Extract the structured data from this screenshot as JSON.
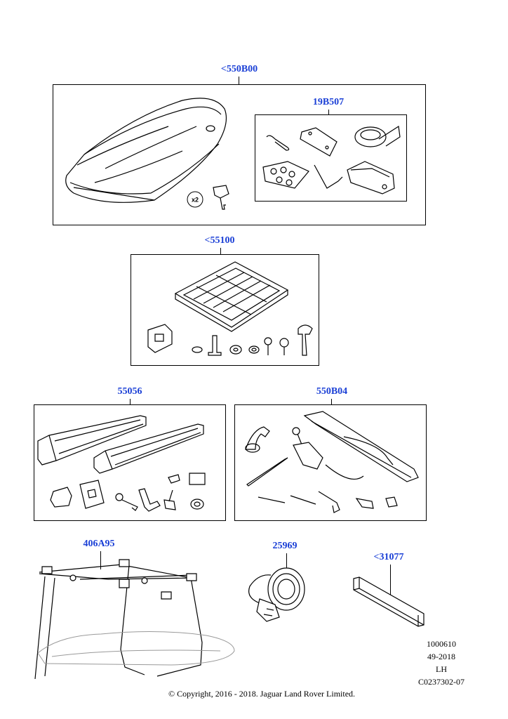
{
  "callouts": {
    "roof_box": "<550B00",
    "roof_box_fixings": "19B507",
    "roof_tray": "<55100",
    "ski_carrier": "55056",
    "cycle_carrier": "550B04",
    "storage_hoist": "406A95",
    "strap": "25969",
    "rail_section": "<31077"
  },
  "key_quantity": "x2",
  "meta": {
    "illustration_number": "1000610",
    "date": "49-2018",
    "side": "LH",
    "code": "C0237302-07"
  },
  "copyright": "© Copyright, 2016 - 2018. Jaguar Land Rover Limited."
}
